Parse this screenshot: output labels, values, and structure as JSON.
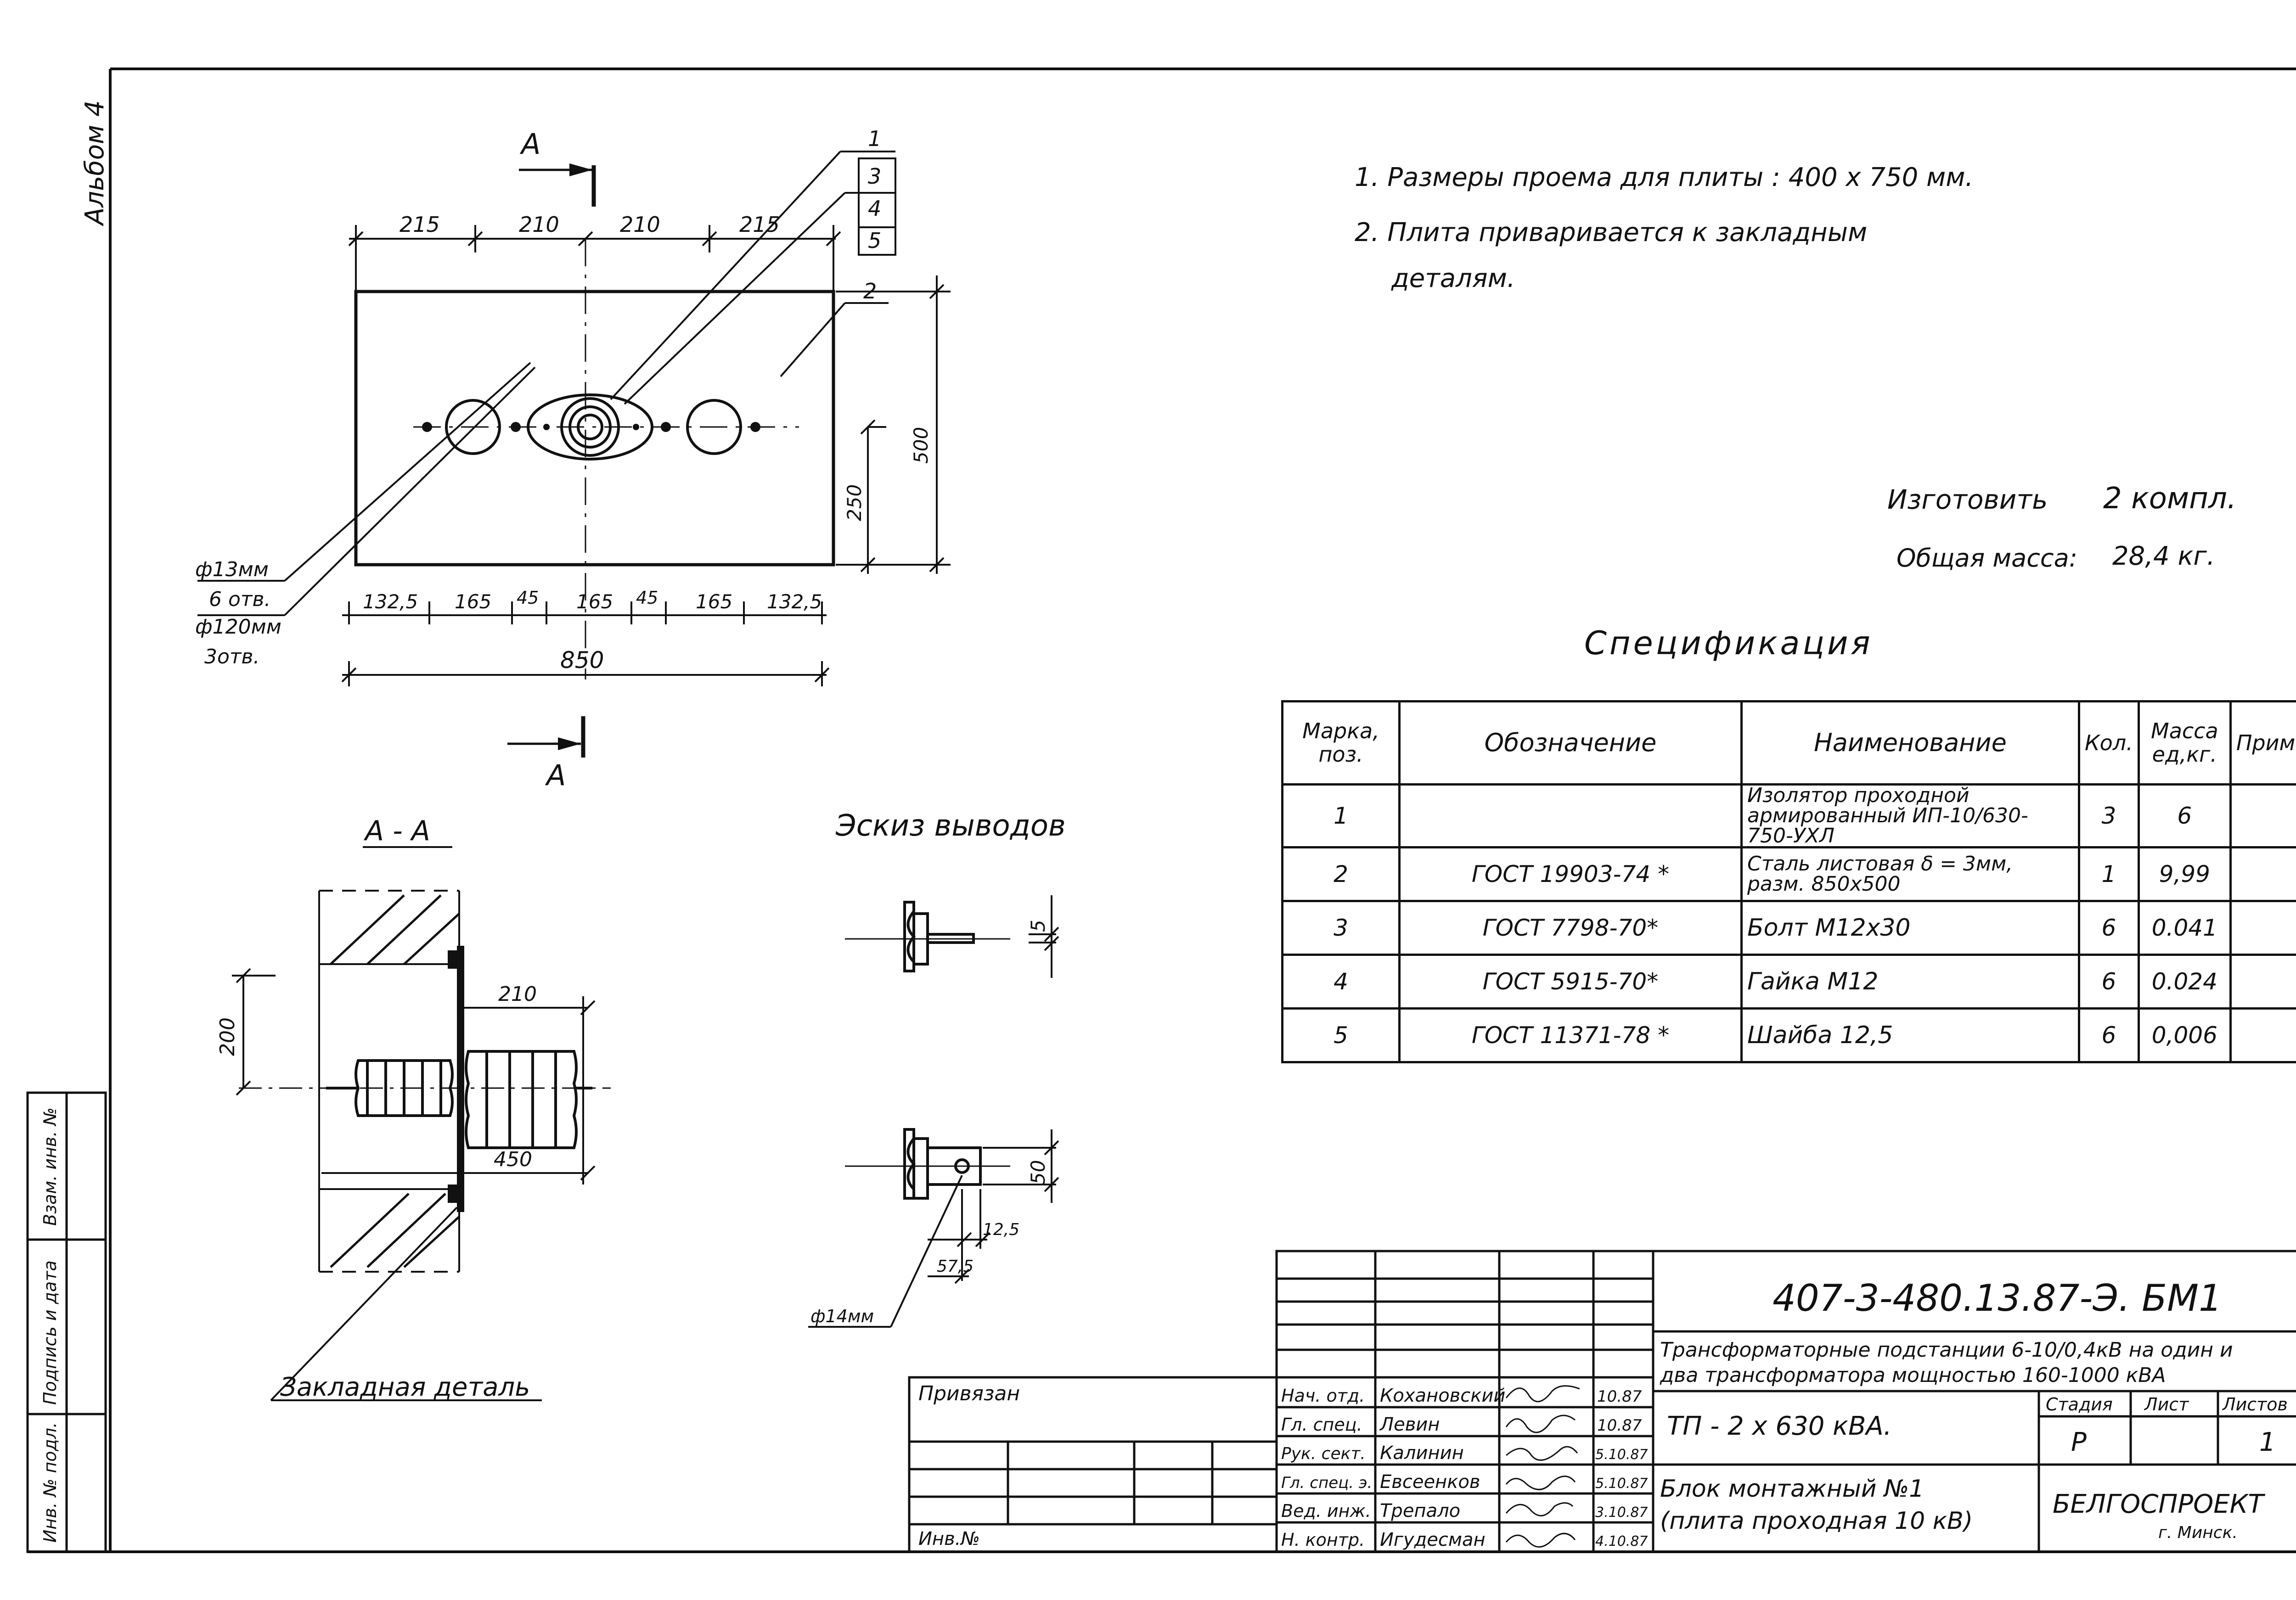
{
  "album_label": "Альбом 4",
  "plan": {
    "section_mark": "А",
    "dims_top": [
      "215",
      "210",
      "210",
      "215"
    ],
    "dim_height_total": "500",
    "dim_height_half": "250",
    "dims_bottom": [
      "132,5",
      "165",
      "45",
      "165",
      "45",
      "165",
      "132,5"
    ],
    "dim_total_width": "850",
    "hole_small_label": "ф13мм",
    "hole_small_count": "6 отв.",
    "hole_large_label": "ф120мм",
    "hole_large_count": "3отв.",
    "callouts": [
      "1",
      "2",
      "3",
      "4",
      "5"
    ]
  },
  "section": {
    "title": "А - А",
    "dim_200": "200",
    "dim_210": "210",
    "dim_450": "450",
    "embedded_label": "Закладная деталь"
  },
  "sketch": {
    "title": "Эскиз выводов",
    "dim_5": "5",
    "dim_50": "50",
    "dim_12_5": "12,5",
    "dim_57_5": "57,5",
    "hole_label": "ф14мм"
  },
  "notes": [
    "1. Размеры проема для плиты : 400 х 750 мм.",
    "2. Плита приваривается к закладным",
    "деталям."
  ],
  "manufacture": {
    "make_label": "Изготовить",
    "make_value": "2 компл.",
    "mass_label": "Общая масса:",
    "mass_value": "28,4 кг."
  },
  "spec": {
    "title": "Спецификация",
    "headers": [
      "Марка, поз.",
      "Обозначение",
      "Наименование",
      "Кол.",
      "Масса ед,кг.",
      "Приме"
    ],
    "rows": [
      {
        "pos": "1",
        "designation": "",
        "name": "Изолятор проходной армированный ИП-10/630-750-УХЛ",
        "qty": "3",
        "mass": "6",
        "note": ""
      },
      {
        "pos": "2",
        "designation": "ГОСТ 19903-74 *",
        "name": "Сталь листовая δ = 3мм, разм. 850х500",
        "qty": "1",
        "mass": "9,99",
        "note": ""
      },
      {
        "pos": "3",
        "designation": "ГОСТ 7798-70*",
        "name": "Болт М12х30",
        "qty": "6",
        "mass": "0.041",
        "note": ""
      },
      {
        "pos": "4",
        "designation": "ГОСТ 5915-70*",
        "name": "Гайка М12",
        "qty": "6",
        "mass": "0.024",
        "note": ""
      },
      {
        "pos": "5",
        "designation": "ГОСТ 11371-78 *",
        "name": "Шайба 12,5",
        "qty": "6",
        "mass": "0,006",
        "note": ""
      }
    ]
  },
  "title_block": {
    "code": "407-3-480.13.87-Э. БМ1",
    "project_line1": "Трансформаторные подстанции 6-10/0,4кВ на один и",
    "project_line2": "два трансформатора мощностью 160-1000 кВА",
    "object": "ТП - 2 х 630 кВА.",
    "drawing_line1": "Блок монтажный №1",
    "drawing_line2": "(плита проходная 10 кВ)",
    "stage_label": "Стадия",
    "sheet_label": "Лист",
    "sheets_label": "Листов",
    "stage_value": "Р",
    "sheet_value": "",
    "sheets_value": "1",
    "org": "БЕЛГОСПРОЕКТ",
    "city": "г. Минск.",
    "bound_label": "Привязан",
    "inv_label": "Инв.№",
    "staff": [
      {
        "role": "Нач. отд.",
        "name": "Кохановский",
        "date": "10.87"
      },
      {
        "role": "Гл. спец.",
        "name": "Левин",
        "date": "10.87"
      },
      {
        "role": "Рук. сект.",
        "name": "Калинин",
        "date": "5.10.87"
      },
      {
        "role": "Гл. спец. э.",
        "name": "Евсеенков",
        "date": "5.10.87"
      },
      {
        "role": "Вед. инж.",
        "name": "Трепало",
        "date": "3.10.87"
      },
      {
        "role": "Н. контр.",
        "name": "Игудесман",
        "date": "4.10.87"
      }
    ]
  },
  "side_stamps": [
    "Взам. инв. №",
    "Подпись и дата",
    "Инв. № подл."
  ]
}
